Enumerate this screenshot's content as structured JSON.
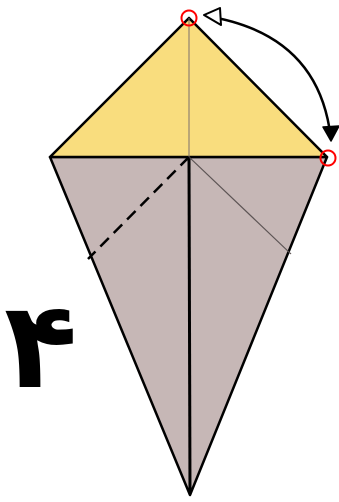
{
  "step": {
    "number": "۴"
  },
  "colors": {
    "paper_front": "#f9dd7e",
    "paper_back": "#c6b7b6",
    "outline": "#000000",
    "crease": "#5c5454",
    "marker": "#ff0000"
  },
  "diagram": {
    "icons": [
      "top-flap-triangle",
      "kite-lower-body",
      "center-fold-line",
      "dashed-valley-fold-line",
      "existing-crease-line",
      "curved-fold-arrow",
      "circle-marker-top",
      "circle-marker-right"
    ]
  }
}
